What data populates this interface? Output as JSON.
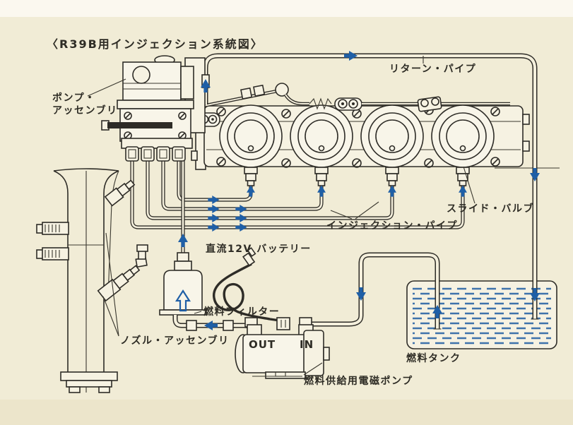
{
  "title": "〈R39B用インジェクション系統図〉",
  "labels": {
    "pump_assembly_line1": "ポンプ・",
    "pump_assembly_line2": "アッセンブリ",
    "return_pipe": "リターン・パイプ",
    "slide_valve": "スライド・バルブ",
    "injection_pipe": "インジェクション・パイプ",
    "battery": "直流12V バッテリー",
    "fuel_filter": "燃料フィルター",
    "nozzle_assembly": "ノズル・アッセンブリ",
    "pump_out": "OUT",
    "pump_in": "IN",
    "solenoid_pump": "燃料供給用電磁ポンプ",
    "fuel_tank": "燃料タンク"
  },
  "colors": {
    "background": "#f1ecd6",
    "line": "#2e2c27",
    "flow_arrow": "#1f5fa6",
    "fuel_dash": "#3f73ab"
  }
}
